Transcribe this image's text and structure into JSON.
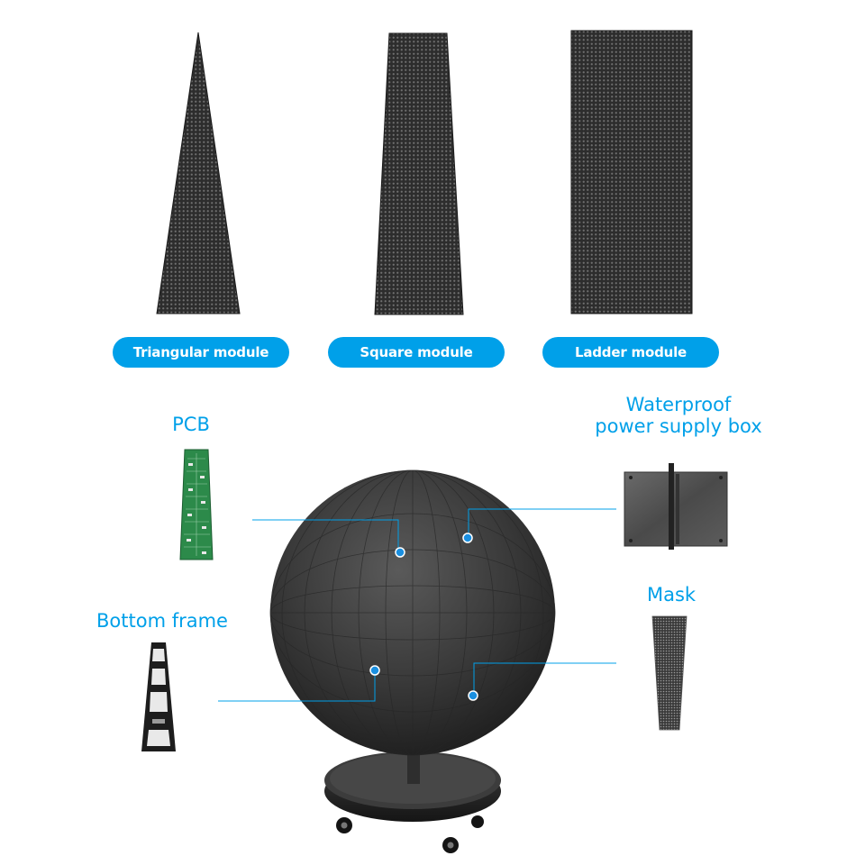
{
  "modules": [
    {
      "name": "Triangular module"
    },
    {
      "name": "Square module"
    },
    {
      "name": "Ladder module"
    }
  ],
  "components": {
    "pcb": "PCB",
    "waterproof_line1": "Waterproof",
    "waterproof_line2": "power supply box",
    "bottom_frame": "Bottom frame",
    "mask": "Mask"
  },
  "colors": {
    "accent": "#00a0e9",
    "panel": "#2b2b2b",
    "pcb_green": "#2c8a4a"
  }
}
